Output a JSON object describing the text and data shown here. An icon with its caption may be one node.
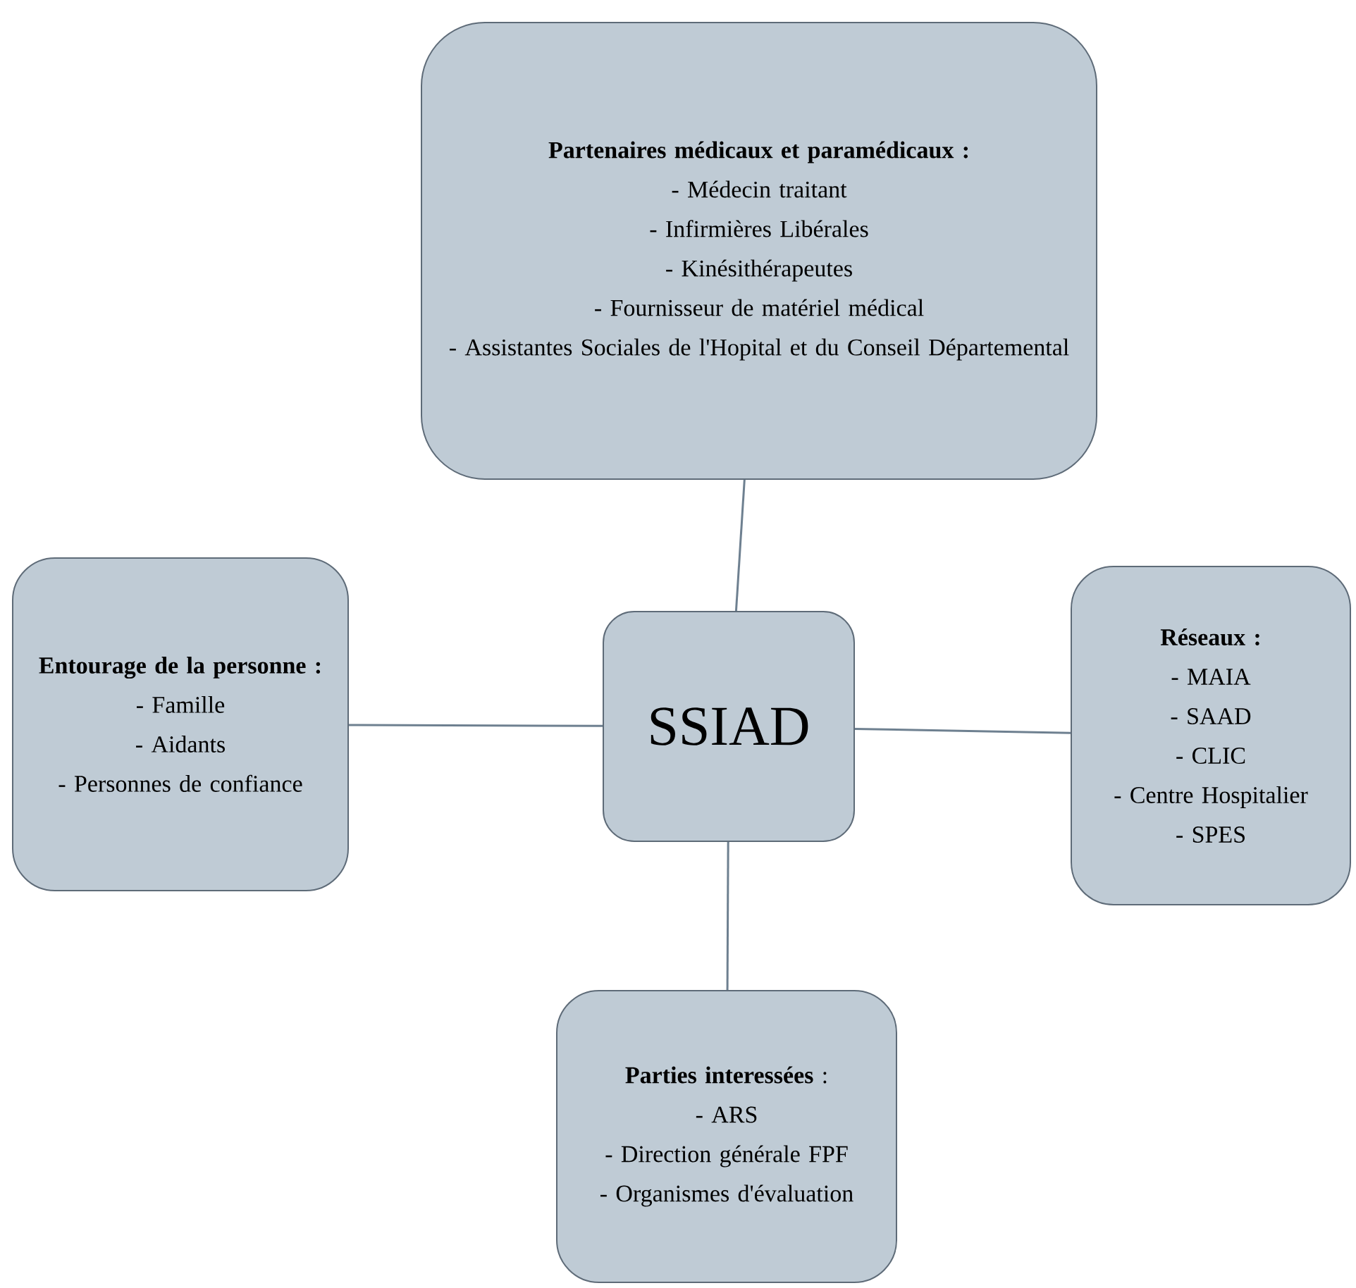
{
  "diagram": {
    "nodes": [
      {
        "text": [
          "Partenaires médicaux et paramédicaux :",
          "- Médecin traitant",
          "- Infirmières Libérales",
          "- Kinésithérapeutes",
          "- Fournisseur de matériel médical",
          "- Assistantes Sociales de l'Hopital et du Conseil Départemental"
        ]
      },
      {
        "text": [
          "Entourage de la personne :",
          "- Famille",
          "- Aidants",
          "- Personnes de confiance"
        ]
      },
      {
        "text": [
          "SSIAD"
        ]
      },
      {
        "text": [
          "Réseaux :",
          "- MAIA",
          "- SAAD",
          "- CLIC",
          "- Centre Hospitalier",
          "- SPES"
        ]
      },
      {
        "text": [
          "**Parties interessées** :",
          "- ARS",
          "- Direction générale FPF",
          "- Organismes d'évaluation"
        ]
      }
    ],
    "edges": [
      {
        "from": 2,
        "to": 0,
        "arrow": "none"
      },
      {
        "from": 2,
        "to": 1,
        "arrow": "none"
      },
      {
        "from": 2,
        "to": 3,
        "arrow": "none"
      },
      {
        "from": 2,
        "to": 4,
        "arrow": "none"
      }
    ]
  }
}
